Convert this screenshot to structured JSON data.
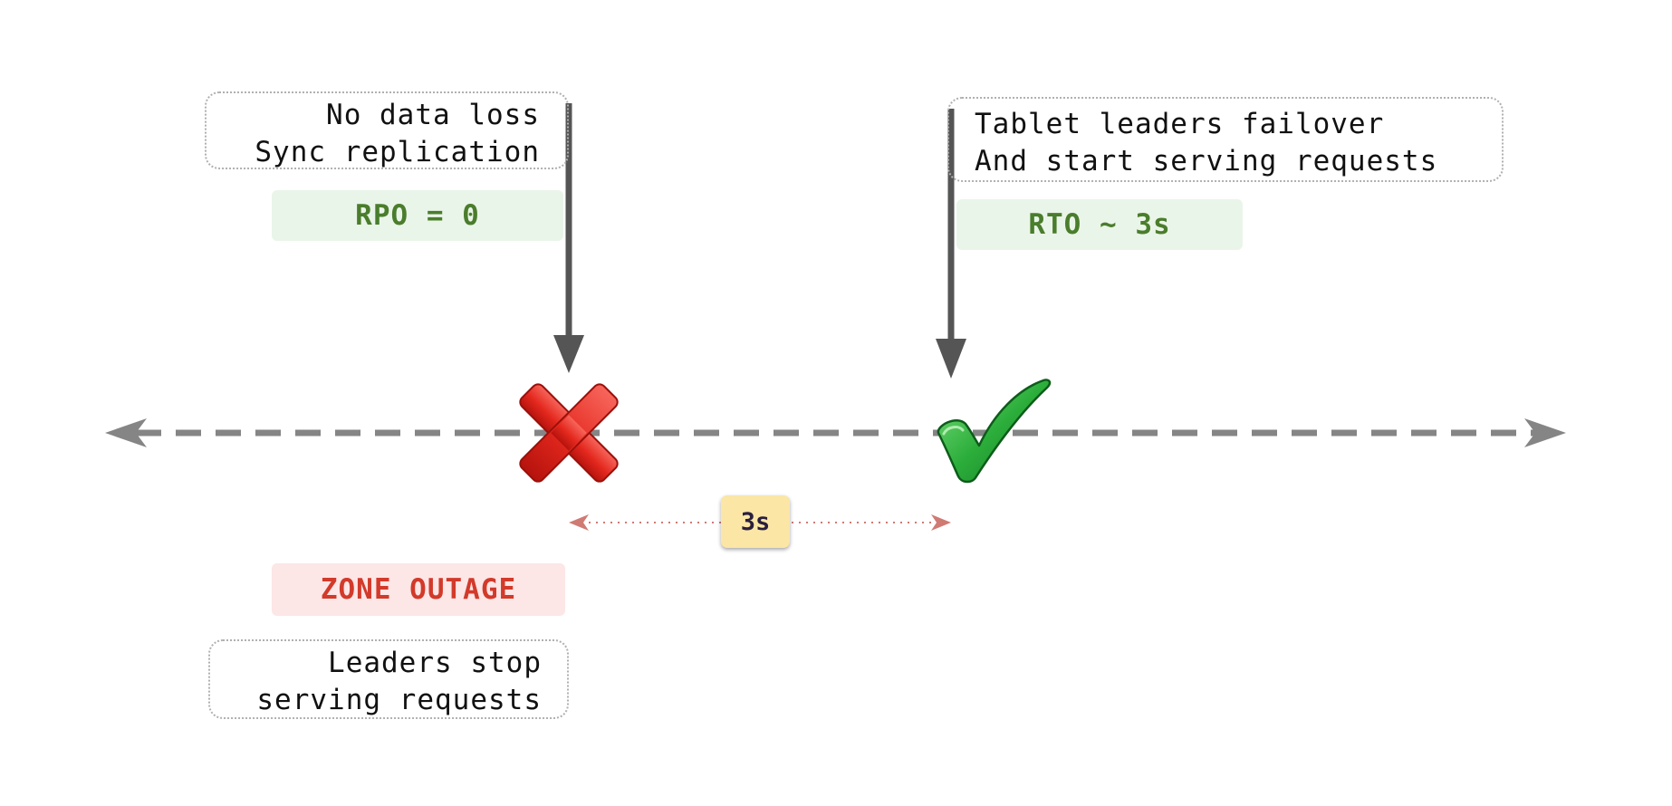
{
  "rpo_note": {
    "line1": "No data loss",
    "line2": "Sync replication"
  },
  "rpo_tag": {
    "label": "RPO = 0",
    "bg": "#eaf5e9",
    "color": "#4a7d2c"
  },
  "rto_note": {
    "line1": "Tablet leaders failover",
    "line2": "And start serving requests"
  },
  "rto_tag": {
    "label": "RTO ~ 3s",
    "bg": "#eaf5e9",
    "color": "#4a7d2c"
  },
  "outage_tag": {
    "label": "ZONE OUTAGE",
    "bg": "#fce6e6",
    "color": "#d23a2a"
  },
  "leaders_note": {
    "line1": "Leaders stop",
    "line2": "serving requests"
  },
  "duration_badge": {
    "label": "3s",
    "bg": "#fbe6a6",
    "color": "#2a1f3d"
  },
  "icons": {
    "outage": "red-cross-icon",
    "recovery": "green-checkmark-icon"
  },
  "colors": {
    "timeline": "#858585",
    "pointer_arrow": "#555555",
    "duration_arrow": "#d07a74"
  }
}
